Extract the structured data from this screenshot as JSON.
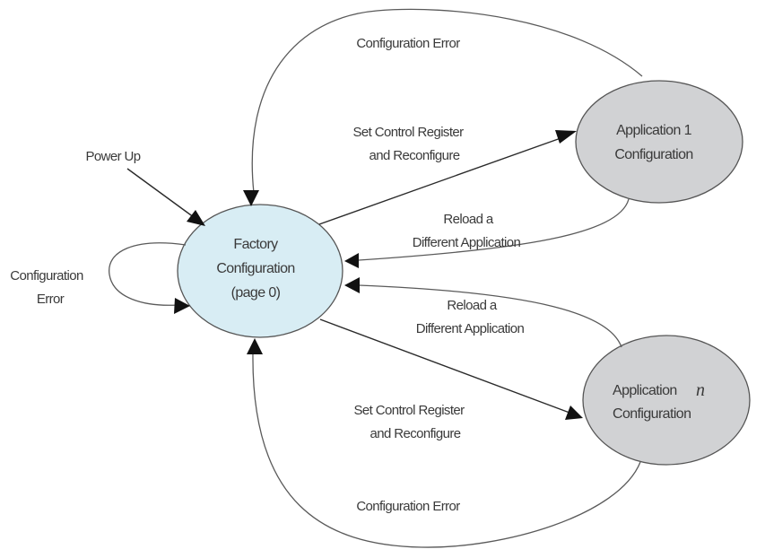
{
  "diagram": {
    "type": "state-machine",
    "nodes": {
      "factory": {
        "lines": [
          "Factory",
          "Configuration",
          "(page 0)"
        ],
        "fill": "#d8edf4"
      },
      "app1": {
        "lines": [
          "Application 1",
          "Configuration"
        ],
        "fill": "#d1d2d4"
      },
      "appn": {
        "line1": "Application",
        "italic": "n",
        "line2": "Configuration",
        "fill": "#d1d2d4"
      }
    },
    "edges": {
      "power_up": "Power Up",
      "self_loop": [
        "Configuration",
        "Error"
      ],
      "factory_to_app1": [
        "Set Control Register",
        "and Reconfigure"
      ],
      "app1_to_factory_reload": [
        "Reload a",
        "Different Application"
      ],
      "app1_to_factory_error": "Configuration Error",
      "appn_to_factory_reload": [
        "Reload a",
        "Different Application"
      ],
      "factory_to_appn": [
        "Set Control Register",
        "and Reconfigure"
      ],
      "appn_to_factory_error": "Configuration Error"
    }
  }
}
